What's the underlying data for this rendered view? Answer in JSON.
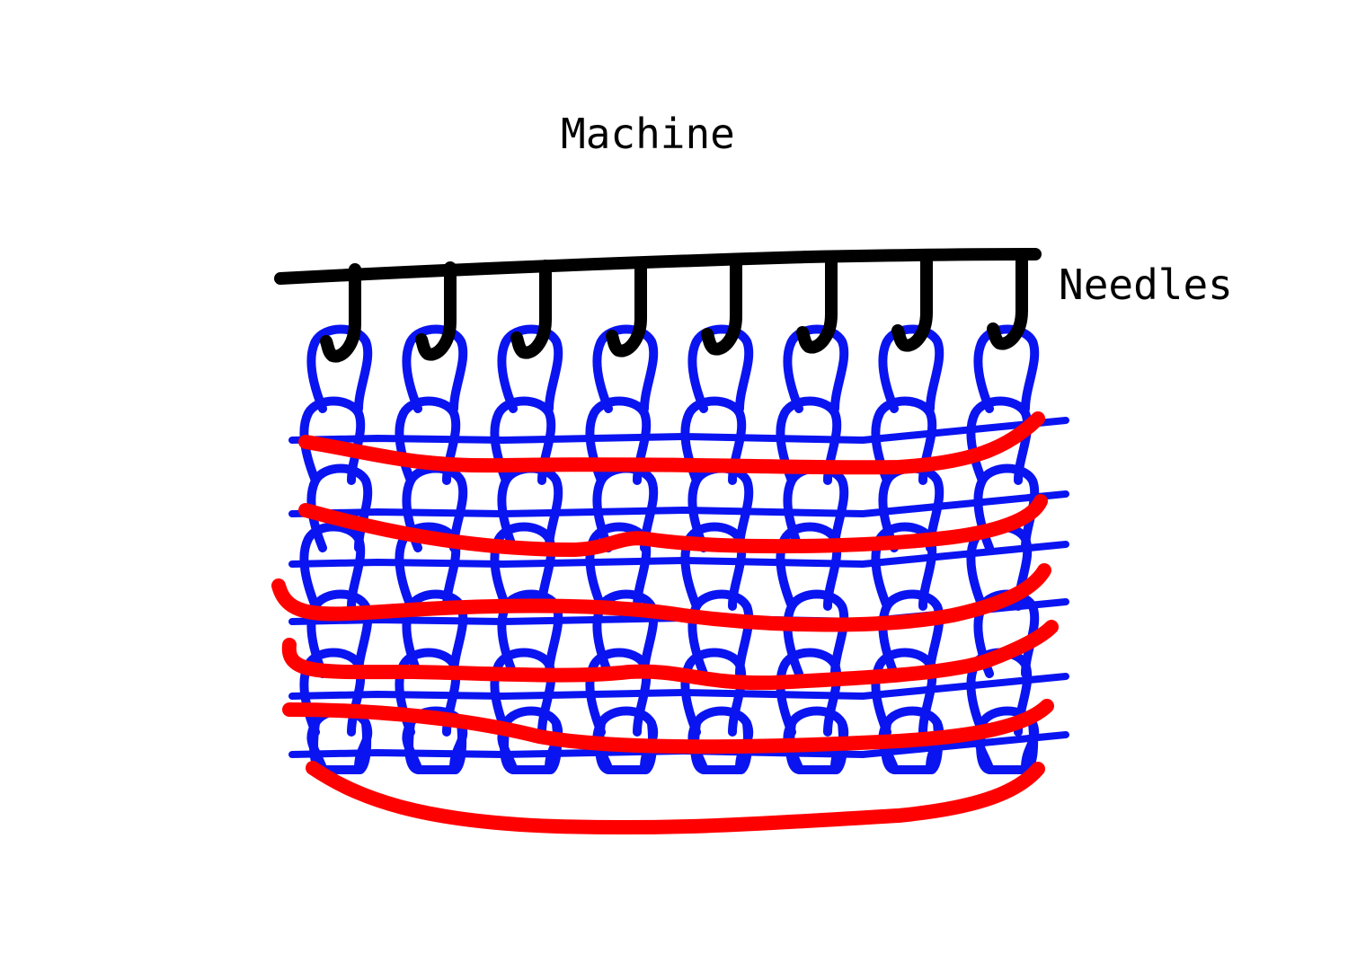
{
  "title": "Machine",
  "needles_label": "Needles",
  "colors": {
    "needles": "#000000",
    "yarn_loops": "#0a14f0",
    "rows": "#ff0000"
  },
  "structure": {
    "needle_count": 8,
    "loop_rows": 7,
    "course_lines": 6
  }
}
